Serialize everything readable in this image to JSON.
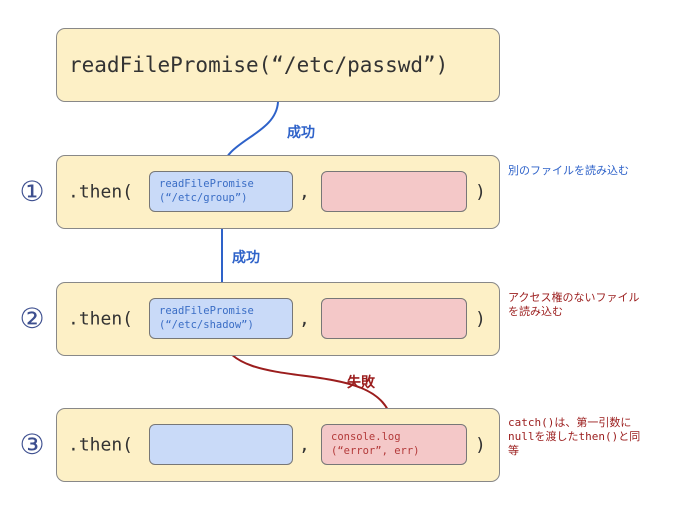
{
  "top": {
    "code": "readFilePromise(“/etc/passwd”)"
  },
  "rows": [
    {
      "number": "①",
      "then_text": ".then(",
      "comma": ",",
      "close": ")",
      "success_handler": "readFilePromise\n(“/etc/group”)",
      "fail_handler": "",
      "note": "別のファイルを読み込む"
    },
    {
      "number": "②",
      "then_text": ".then(",
      "comma": ",",
      "close": ")",
      "success_handler": "readFilePromise\n(“/etc/shadow”)",
      "fail_handler": "",
      "note_line1": "アクセス権のないファイル",
      "note_line2": "を読み込む"
    },
    {
      "number": "③",
      "then_text": ".then(",
      "comma": ",",
      "close": ")",
      "success_handler": "",
      "fail_handler": "console.log\n(“error”, err)",
      "note_code1": "catch()",
      "note_text1": "は、第一引数に",
      "note_code2": "null",
      "note_text2": "を渡した",
      "note_code3": "then()",
      "note_text3": "と同",
      "note_text4": "等"
    }
  ],
  "edges": {
    "success1": "成功",
    "success2": "成功",
    "failure": "失敗"
  },
  "colors": {
    "block_fill": "#fdf0c6",
    "success_fill": "#c9daf8",
    "fail_fill": "#f4c8c8",
    "success_arrow": "#2e62c9",
    "failure_arrow": "#9b1d1d"
  }
}
